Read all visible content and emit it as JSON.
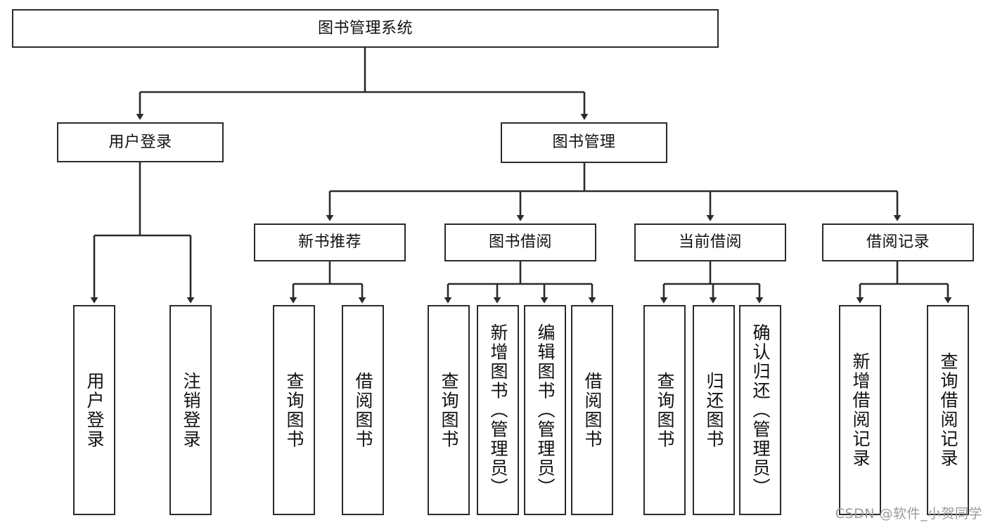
{
  "diagram": {
    "type": "tree-hierarchy",
    "title": "图书管理系统",
    "orientation": "top-down",
    "colors": {
      "box_border": "#2b2b2b",
      "box_fill": "#ffffff",
      "edge": "#2b2b2b",
      "text": "#111111",
      "watermark": "#9a9a9a"
    },
    "levels": {
      "level0": {
        "nodes": [
          {
            "id": "root",
            "label": "图书管理系统"
          }
        ]
      },
      "level1": {
        "nodes": [
          {
            "id": "user-login",
            "label": "用户登录"
          },
          {
            "id": "book-manage",
            "label": "图书管理"
          }
        ]
      },
      "level2": {
        "nodes": [
          {
            "id": "new-book-rec",
            "label": "新书推荐"
          },
          {
            "id": "book-borrow",
            "label": "图书借阅"
          },
          {
            "id": "current-borrow",
            "label": "当前借阅"
          },
          {
            "id": "borrow-record",
            "label": "借阅记录"
          }
        ]
      },
      "level3": {
        "nodes": [
          {
            "id": "leaf-user-login",
            "label": "用户登录",
            "parent": "user-login"
          },
          {
            "id": "leaf-logout",
            "label": "注销登录",
            "parent": "user-login"
          },
          {
            "id": "leaf-query-book-1",
            "label": "查询图书",
            "parent": "new-book-rec"
          },
          {
            "id": "leaf-borrow-book-1",
            "label": "借阅图书",
            "parent": "new-book-rec"
          },
          {
            "id": "leaf-query-book-2",
            "label": "查询图书",
            "parent": "book-borrow"
          },
          {
            "id": "leaf-add-book",
            "label": "新增图书（管理员）",
            "parent": "book-borrow"
          },
          {
            "id": "leaf-edit-book",
            "label": "编辑图书（管理员）",
            "parent": "book-borrow"
          },
          {
            "id": "leaf-borrow-book-2",
            "label": "借阅图书",
            "parent": "book-borrow"
          },
          {
            "id": "leaf-query-book-3",
            "label": "查询图书",
            "parent": "current-borrow"
          },
          {
            "id": "leaf-return-book",
            "label": "归还图书",
            "parent": "current-borrow"
          },
          {
            "id": "leaf-confirm-return",
            "label": "确认归还（管理员）",
            "parent": "current-borrow"
          },
          {
            "id": "leaf-add-record",
            "label": "新增借阅记录",
            "parent": "borrow-record"
          },
          {
            "id": "leaf-query-record",
            "label": "查询借阅记录",
            "parent": "borrow-record"
          }
        ]
      }
    }
  },
  "watermark": {
    "text": "CSDN @软件_小贺同学"
  }
}
